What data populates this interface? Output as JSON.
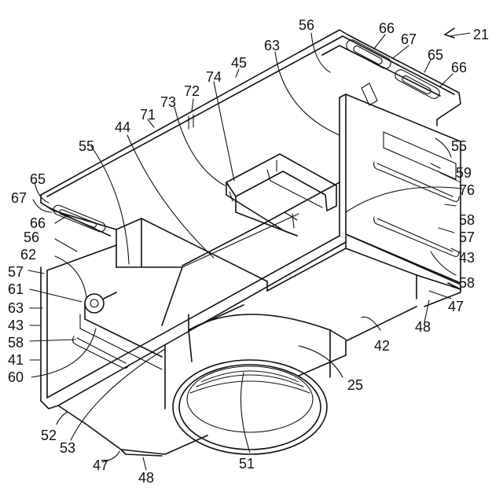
{
  "figure": {
    "ref_numeral": "21"
  },
  "labels": [
    {
      "id": "l21",
      "text": "21"
    },
    {
      "id": "l56a",
      "text": "56"
    },
    {
      "id": "l66a",
      "text": "66"
    },
    {
      "id": "l67a",
      "text": "67"
    },
    {
      "id": "l65a",
      "text": "65"
    },
    {
      "id": "l63a",
      "text": "63"
    },
    {
      "id": "l45",
      "text": "45"
    },
    {
      "id": "l66b",
      "text": "66"
    },
    {
      "id": "l74",
      "text": "74"
    },
    {
      "id": "l72",
      "text": "72"
    },
    {
      "id": "l73",
      "text": "73"
    },
    {
      "id": "l71",
      "text": "71"
    },
    {
      "id": "l44",
      "text": "44"
    },
    {
      "id": "l55a",
      "text": "55"
    },
    {
      "id": "l55b",
      "text": "55"
    },
    {
      "id": "l59",
      "text": "59"
    },
    {
      "id": "l76",
      "text": "76"
    },
    {
      "id": "l58a",
      "text": "58"
    },
    {
      "id": "l57a",
      "text": "57"
    },
    {
      "id": "l43a",
      "text": "43"
    },
    {
      "id": "l58b",
      "text": "58"
    },
    {
      "id": "l47a",
      "text": "47"
    },
    {
      "id": "l48a",
      "text": "48"
    },
    {
      "id": "l42",
      "text": "42"
    },
    {
      "id": "l25",
      "text": "25"
    },
    {
      "id": "l65b",
      "text": "65"
    },
    {
      "id": "l67b",
      "text": "67"
    },
    {
      "id": "l66c",
      "text": "66"
    },
    {
      "id": "l56b",
      "text": "56"
    },
    {
      "id": "l62",
      "text": "62"
    },
    {
      "id": "l57b",
      "text": "57"
    },
    {
      "id": "l61",
      "text": "61"
    },
    {
      "id": "l63b",
      "text": "63"
    },
    {
      "id": "l43b",
      "text": "43"
    },
    {
      "id": "l58c",
      "text": "58"
    },
    {
      "id": "l41",
      "text": "41"
    },
    {
      "id": "l60",
      "text": "60"
    },
    {
      "id": "l52",
      "text": "52"
    },
    {
      "id": "l53",
      "text": "53"
    },
    {
      "id": "l47b",
      "text": "47"
    },
    {
      "id": "l48b",
      "text": "48"
    },
    {
      "id": "l51",
      "text": "51"
    }
  ]
}
